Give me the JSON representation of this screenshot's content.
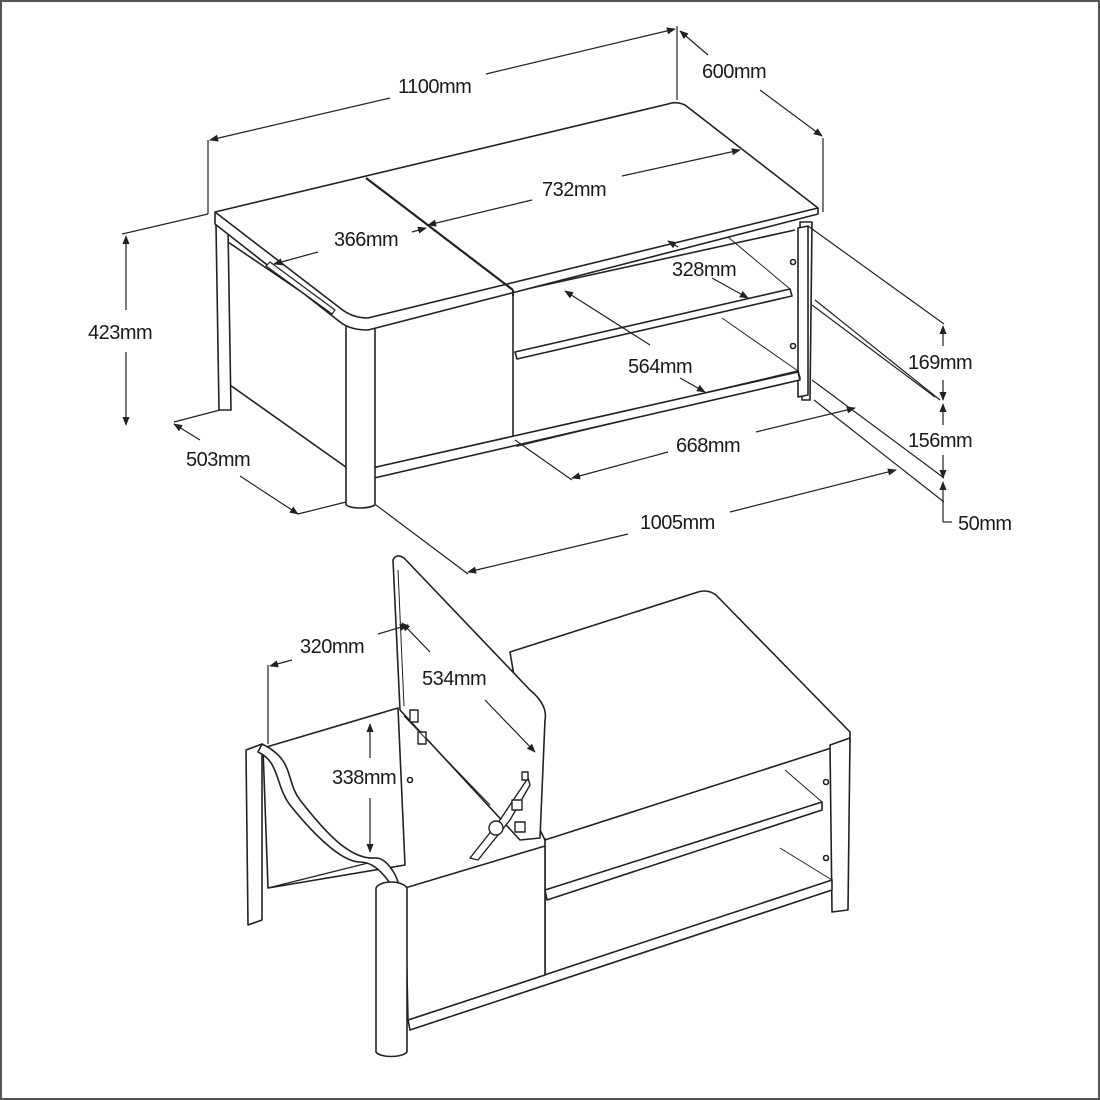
{
  "colors": {
    "line": "#222222",
    "panel_fill": "#ffffff",
    "frame": "#555555",
    "text": "#1a1a1a"
  },
  "dimensions": {
    "width_1100": "1100mm",
    "depth_600": "600mm",
    "lid_732": "732mm",
    "lid_366": "366mm",
    "shelf_328": "328mm",
    "height_423": "423mm",
    "shelf_depth_564": "564mm",
    "gap_169": "169mm",
    "gap_156": "156mm",
    "inner_668": "668mm",
    "side_503": "503mm",
    "base_1005": "1005mm",
    "base_50": "50mm",
    "compartment_320": "320mm",
    "lid_534": "534mm",
    "compartment_338": "338mm"
  }
}
